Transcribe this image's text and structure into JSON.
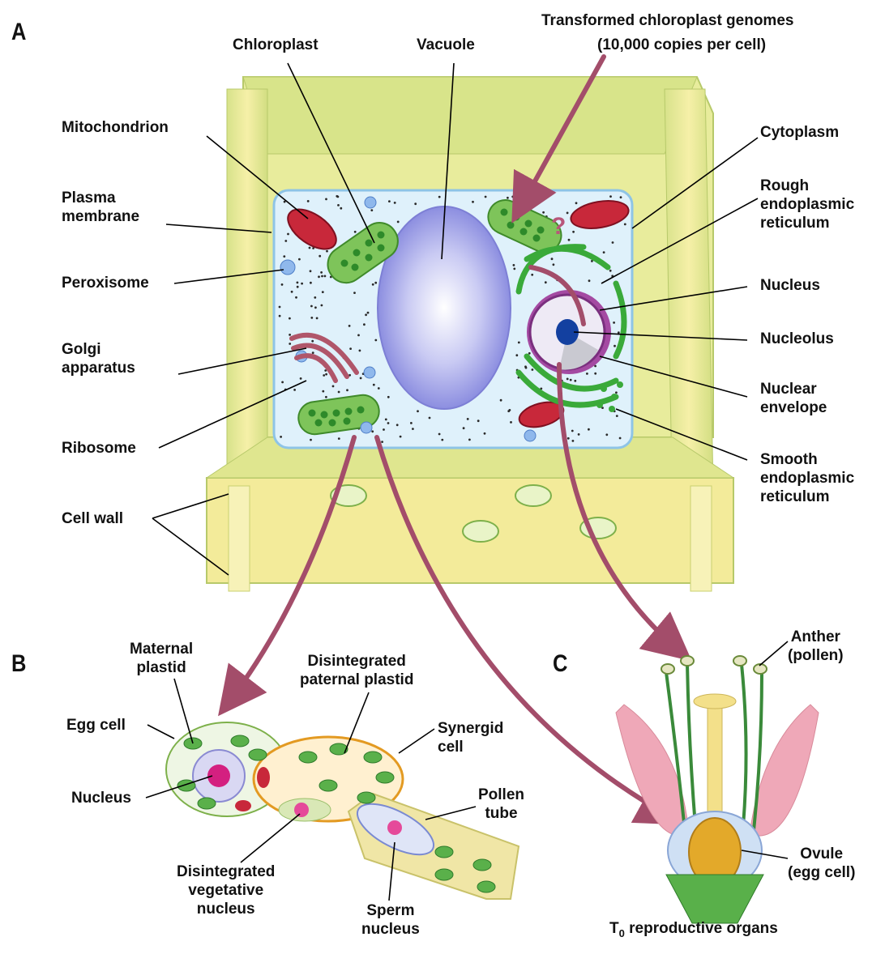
{
  "panels": {
    "a": "A",
    "b": "B",
    "c": "C"
  },
  "labels": {
    "chloroplast": "Chloroplast",
    "vacuole": "Vacuole",
    "transformed_line1": "Transformed chloroplast genomes",
    "transformed_line2": "(10,000 copies per cell)",
    "mitochondrion": "Mitochondrion",
    "plasma_membrane": "Plasma\nmembrane",
    "peroxisome": "Peroxisome",
    "golgi": "Golgi\napparatus",
    "ribosome": "Ribosome",
    "cell_wall": "Cell wall",
    "cytoplasm": "Cytoplasm",
    "rough_er": "Rough\nendoplasmic\nreticulum",
    "nucleus": "Nucleus",
    "nucleolus": "Nucleolus",
    "nuclear_envelope": "Nuclear\nenvelope",
    "smooth_er": "Smooth\nendoplasmic\nreticulum",
    "question_mark": "?",
    "maternal_plastid": "Maternal\nplastid",
    "egg_cell": "Egg cell",
    "nucleus_b": "Nucleus",
    "disintegrated_paternal": "Disintegrated\npaternal plastid",
    "synergid": "Synergid\ncell",
    "pollen_tube": "Pollen\ntube",
    "disintegrated_vegetative": "Disintegrated\nvegetative\nnucleus",
    "sperm_nucleus": "Sperm\nnucleus",
    "anther": "Anther\n(pollen)",
    "ovule": "Ovule\n(egg cell)",
    "t0_prefix": "T",
    "t0_sub": "0",
    "t0_suffix": " reproductive organs"
  },
  "colors": {
    "cell_wall": "#f3eb9a",
    "cell_wall_shade": "#c9d96a",
    "cytoplasm": "#dff1fb",
    "chloroplast": "#6ab84a",
    "vacuole": "#a7a8e8",
    "mitochondrion": "#c8283a",
    "arrow": "#a34d6a",
    "er": "#3aaa3a",
    "nucleolus": "#1340a0",
    "petal": "#efa8b8"
  }
}
